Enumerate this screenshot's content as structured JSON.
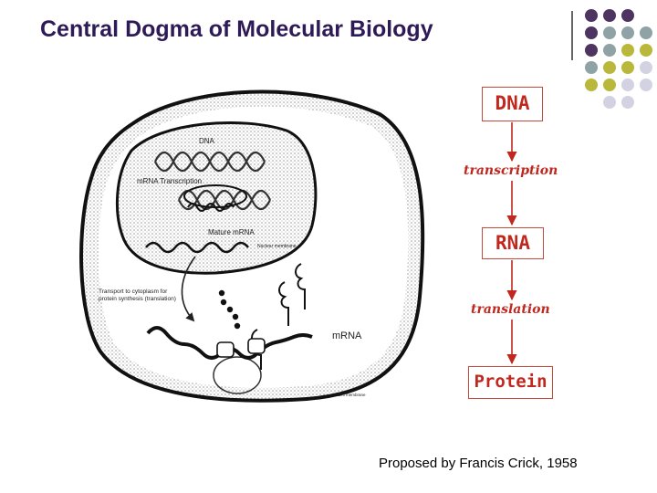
{
  "slide": {
    "title": "Central Dogma of Molecular Biology",
    "caption": "Proposed by Francis Crick, 1958"
  },
  "flow": {
    "dna": "DNA",
    "transcription": "transcription",
    "rna": "RNA",
    "translation": "translation",
    "protein": "Protein"
  },
  "cell_labels": {
    "dna": "DNA",
    "mrna_transcription": "mRNA Transcription",
    "mature_mrna": "Mature mRNA",
    "nuclear_membrane": "Nuclear membrane",
    "transport_line1": "Transport to cytoplasm for",
    "transport_line2": "protein synthesis (translation)",
    "mrna": "mRNA",
    "cell_membrane": "Cell membrane"
  },
  "colors": {
    "title": "#2e1a57",
    "flow_red": "#c0281f",
    "dot_purple": "#4e3461",
    "dot_teal": "#8fa2a6",
    "dot_olive": "#b9b83a",
    "dot_lilac": "#d2d2e2"
  }
}
